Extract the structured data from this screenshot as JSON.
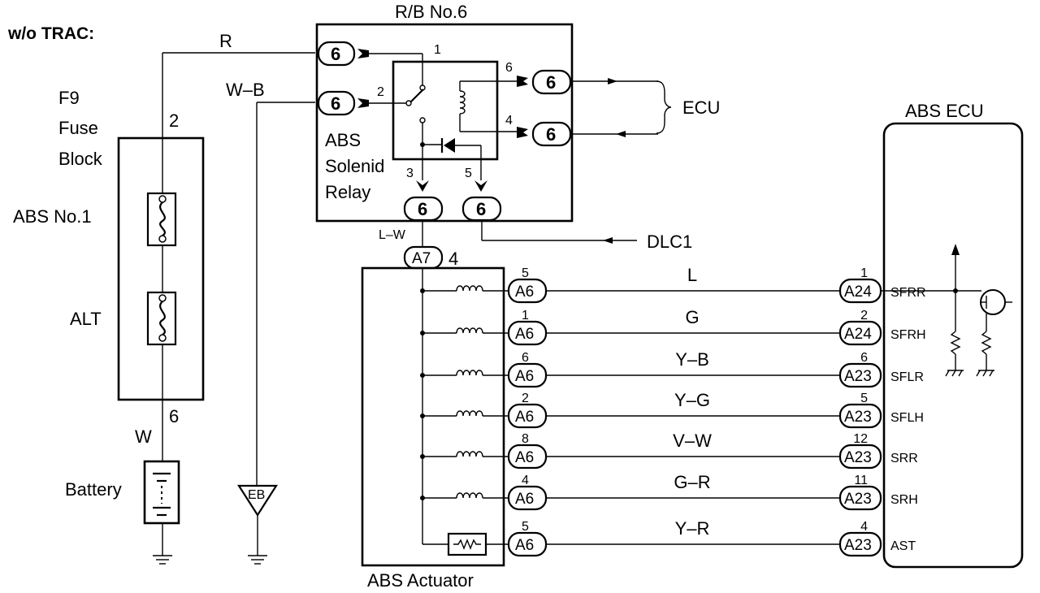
{
  "header": {
    "title": "w/o TRAC:"
  },
  "relay_block": {
    "name": "R/B No.6",
    "relay_name_lines": [
      "ABS",
      "Solenid",
      "Relay"
    ],
    "connector": "6",
    "pins": {
      "p1": "1",
      "p2": "2",
      "p3": "3",
      "p4": "4",
      "p5": "5",
      "p6": "6"
    }
  },
  "fuse_block": {
    "name_lines": [
      "F9",
      "Fuse",
      "Block"
    ],
    "pin_top": "2",
    "pin_bottom": "6",
    "fuse_abs": "ABS No.1",
    "fuse_alt": "ALT"
  },
  "wires": {
    "r": "R",
    "wb": "W–B",
    "w": "W",
    "lw": "L–W"
  },
  "battery_label": "Battery",
  "ground_eb": "EB",
  "ecu_label": "ECU",
  "dlc_label": "DLC1",
  "actuator": {
    "name": "ABS Actuator",
    "a7_connector": "A7",
    "a7_pin": "4",
    "connector": "A6"
  },
  "abs_ecu": {
    "name": "ABS ECU"
  },
  "channels": [
    {
      "act_pin": "5",
      "color": "L",
      "ecu_conn": "A24",
      "ecu_pin": "1",
      "signal": "SFRR"
    },
    {
      "act_pin": "1",
      "color": "G",
      "ecu_conn": "A24",
      "ecu_pin": "2",
      "signal": "SFRH"
    },
    {
      "act_pin": "6",
      "color": "Y–B",
      "ecu_conn": "A23",
      "ecu_pin": "6",
      "signal": "SFLR"
    },
    {
      "act_pin": "2",
      "color": "Y–G",
      "ecu_conn": "A23",
      "ecu_pin": "5",
      "signal": "SFLH"
    },
    {
      "act_pin": "8",
      "color": "V–W",
      "ecu_conn": "A23",
      "ecu_pin": "12",
      "signal": "SRR"
    },
    {
      "act_pin": "4",
      "color": "G–R",
      "ecu_conn": "A23",
      "ecu_pin": "11",
      "signal": "SRH"
    },
    {
      "act_pin": "5",
      "color": "Y–R",
      "ecu_conn": "A23",
      "ecu_pin": "4",
      "signal": "AST"
    }
  ]
}
